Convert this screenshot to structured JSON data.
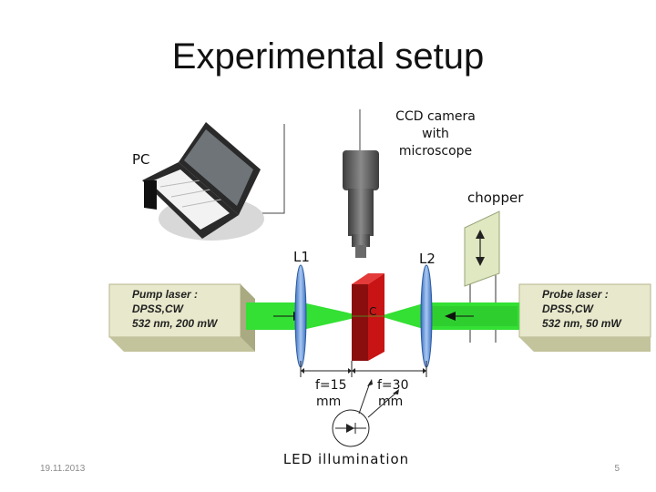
{
  "slide": {
    "title": "Experimental setup",
    "date": "19.11.2013",
    "page_number": "5"
  },
  "labels": {
    "pc": "PC",
    "ccd_line1": "CCD camera",
    "ccd_line2": "with",
    "ccd_line3": "microscope",
    "chopper": "chopper",
    "lens1": "L1",
    "lens2": "L2",
    "crystal": "C",
    "f1_value": "f=15",
    "f1_unit": "mm",
    "f2_value": "f=30",
    "f2_unit": "mm",
    "led": "LED illumination"
  },
  "pump_laser": {
    "line1": "Pump laser :",
    "line2": "DPSS,CW",
    "line3": "532 nm, 200 mW"
  },
  "probe_laser": {
    "line1": "Probe laser :",
    "line2": "DPSS,CW",
    "line3": "532 nm, 50 mW"
  },
  "colors": {
    "beam": "#33e033",
    "beam_dark": "#1f9a1f",
    "laser_box": "#e6e6c8",
    "crystal": "#c81414",
    "lens": "#5b8fd6",
    "camera": "#555555",
    "chopper": "#dfe8c0"
  }
}
